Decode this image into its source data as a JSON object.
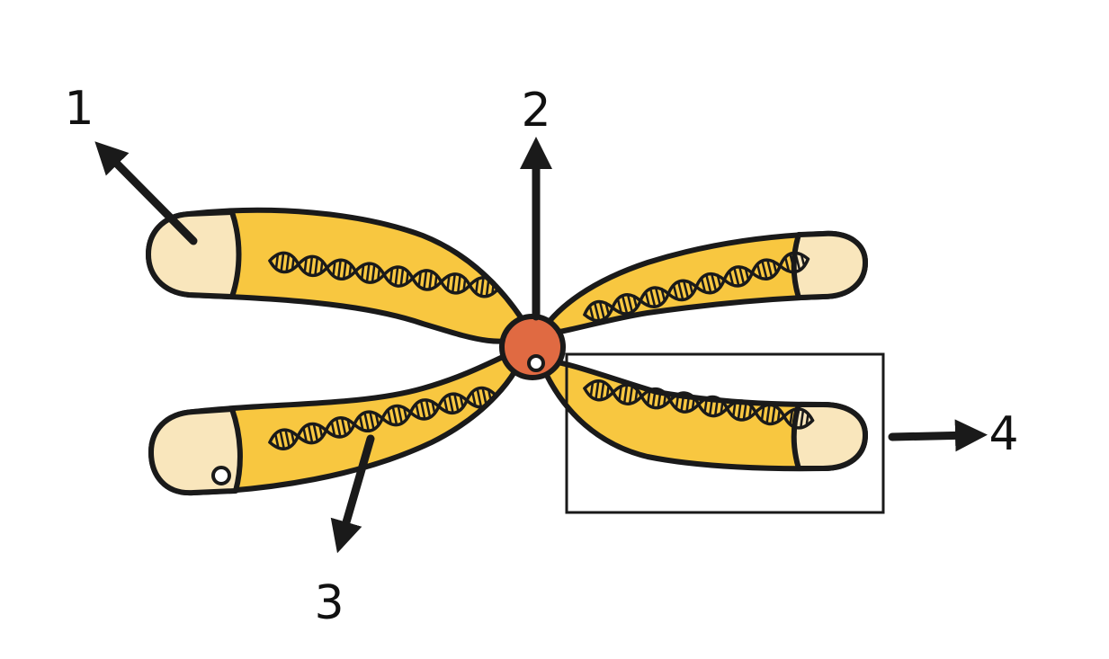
{
  "colors": {
    "arm": "#F8C740",
    "telomere": "#F9E6BC",
    "centromere": "#E06A42",
    "outline": "#1A1A1A",
    "background": "#FFFFFF"
  },
  "labels": {
    "telomere": "1",
    "centromere": "2",
    "chromatid_dna": "3",
    "chromosome_arm": "4"
  }
}
